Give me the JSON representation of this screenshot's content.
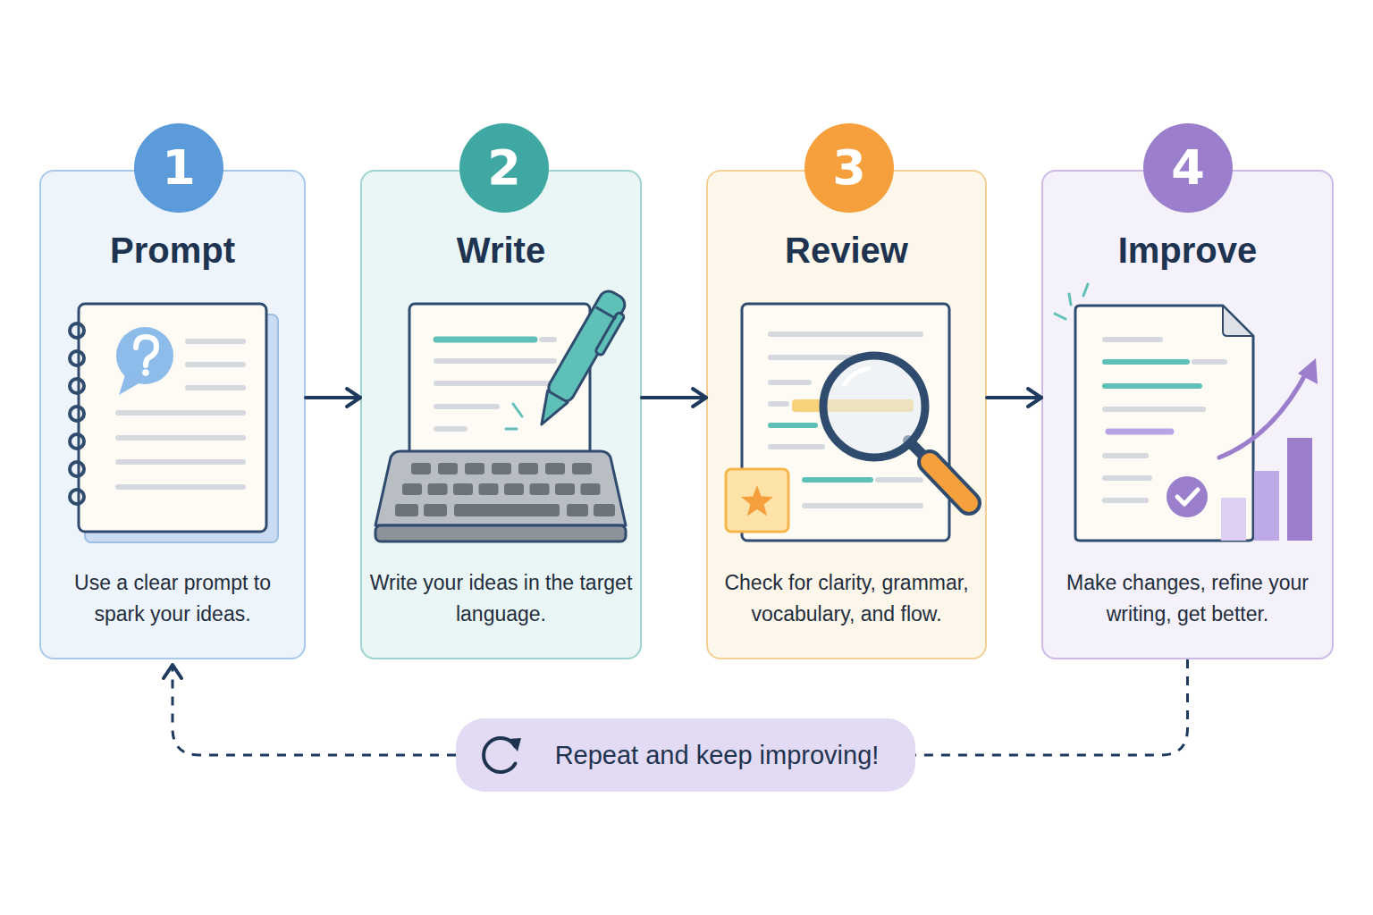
{
  "diagram": {
    "nodes": [
      {
        "text": [
          "Prompt",
          "Use a clear prompt to spark your ideas."
        ]
      },
      {
        "text": [
          "1"
        ],
        "in": 0
      },
      {
        "text": [
          "Write",
          "Write your ideas in the target language."
        ]
      },
      {
        "text": [
          "2"
        ],
        "in": 2
      },
      {
        "text": [
          "Review",
          "Check for clarity, grammar, vocabulary, and flow."
        ]
      },
      {
        "text": [
          "3"
        ],
        "in": 4
      },
      {
        "text": [
          "Improve",
          "Make changes, refine your writing, get better."
        ]
      },
      {
        "text": [
          "4"
        ],
        "in": 6
      },
      {
        "text": [
          "Repeat and keep improving!"
        ]
      }
    ],
    "edges": [
      {
        "from": 0,
        "to": 2,
        "arrow": "to"
      },
      {
        "from": 2,
        "to": 4,
        "arrow": "to"
      },
      {
        "from": 4,
        "to": 6,
        "arrow": "to"
      },
      {
        "from": 6,
        "to": 8,
        "arrow": "none"
      },
      {
        "from": 8,
        "to": 0,
        "arrow": "to"
      }
    ]
  }
}
